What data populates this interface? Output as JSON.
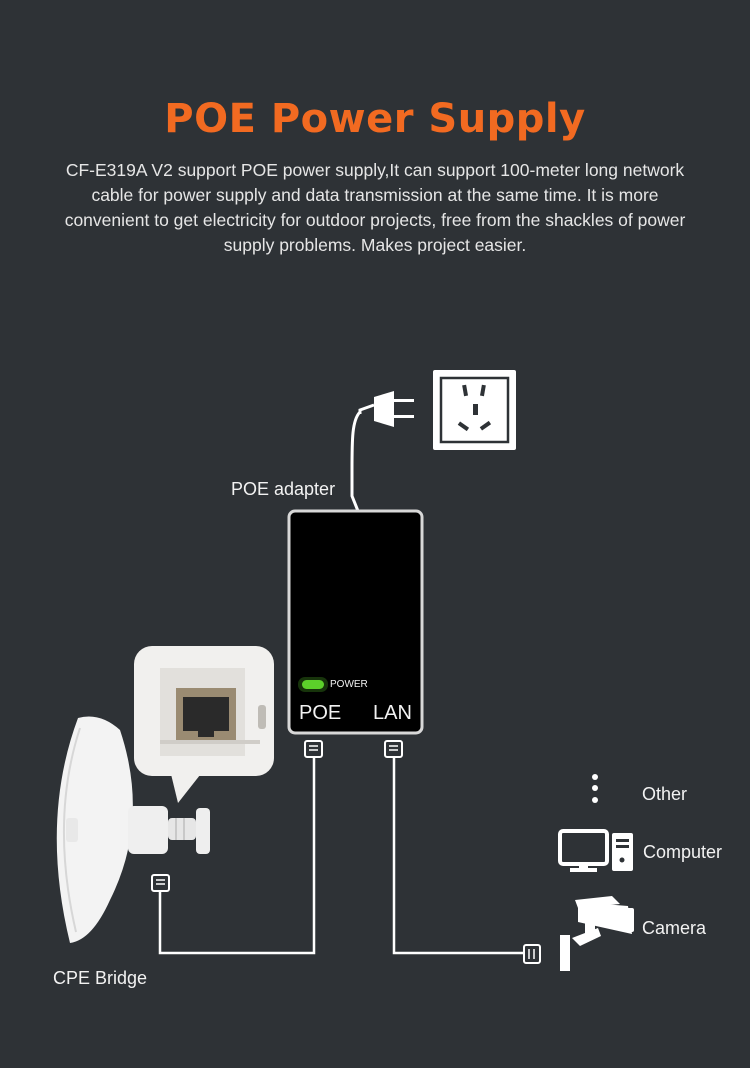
{
  "header": {
    "title": "POE Power Supply",
    "description": "CF-E319A V2 support POE power supply,It can support 100-meter long network cable for power supply and data transmission at the same time. It is more convenient to get electricity for outdoor projects, free from the shackles of power supply problems. Makes project easier."
  },
  "diagram": {
    "adapter_label": "POE adapter",
    "power_indicator": "POWER",
    "poe_port": "POE",
    "lan_port": "LAN",
    "cpe_label": "CPE Bridge",
    "devices": [
      "Other",
      "Computer",
      "Camera"
    ]
  },
  "colors": {
    "background": "#2e3236",
    "title": "#f26a21",
    "led": "#5cd12a",
    "line": "#ffffff"
  },
  "icons": [
    "plug-icon",
    "wall-socket-icon",
    "ethernet-port-icon",
    "monitor-icon",
    "pc-tower-icon",
    "cctv-camera-icon",
    "more-dots-icon"
  ]
}
